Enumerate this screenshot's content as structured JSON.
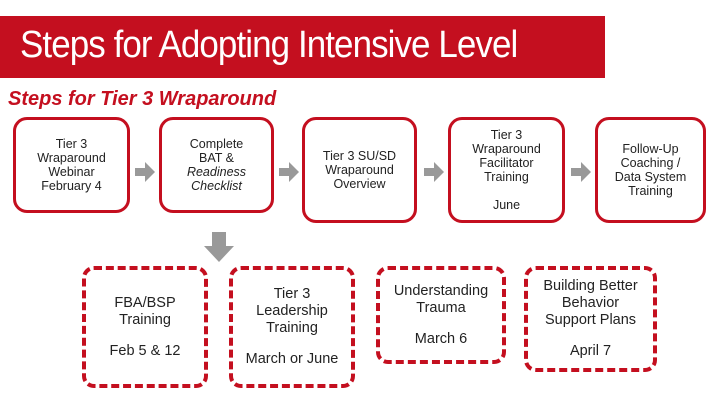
{
  "title": "Steps for Adopting Intensive Level",
  "subtitle": "Steps for Tier 3 Wraparound",
  "colors": {
    "accent": "#c40f1f",
    "arrow": "#999999"
  },
  "top_row": [
    {
      "lines": [
        "Tier 3",
        "Wraparound",
        "Webinar",
        "February 4"
      ]
    },
    {
      "lines": [
        "Complete",
        "BAT &"
      ],
      "italic_lines": [
        "Readiness",
        "Checklist"
      ]
    },
    {
      "lines": [
        "Tier 3 SU/SD",
        "Wraparound",
        "Overview"
      ]
    },
    {
      "lines": [
        "Tier 3",
        "Wraparound",
        "Facilitator",
        "Training"
      ],
      "date": "June"
    },
    {
      "lines": [
        "Follow-Up",
        "Coaching /",
        "Data System",
        "Training"
      ]
    }
  ],
  "bottom_row": [
    {
      "lines": [
        "FBA/BSP",
        "Training"
      ],
      "date": "Feb 5 & 12"
    },
    {
      "lines": [
        "Tier 3",
        "Leadership",
        "Training"
      ],
      "date": "March or June"
    },
    {
      "lines": [
        "Understanding",
        "Trauma"
      ],
      "date": "March 6"
    },
    {
      "lines": [
        "Building Better",
        "Behavior",
        "Support Plans"
      ],
      "date": "April 7"
    }
  ]
}
